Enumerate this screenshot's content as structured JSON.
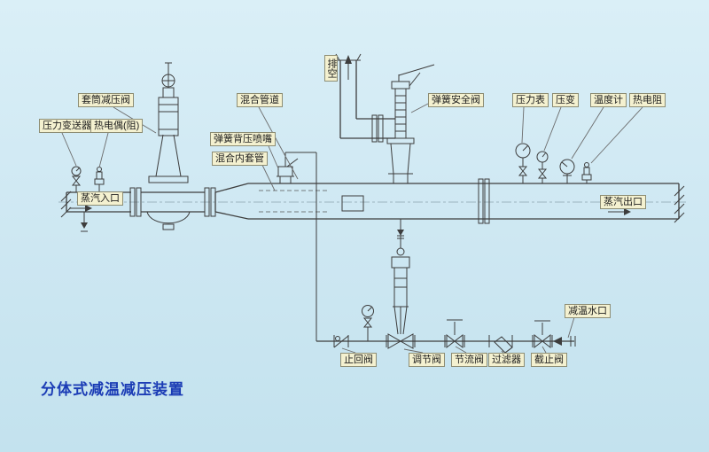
{
  "title": "分体式减温减压装置",
  "colors": {
    "background": "#cde7f2",
    "line": "#3d3d3d",
    "title_text": "#1b3cb5",
    "label_bg": "#f4f1d0",
    "label_border": "#8d8d74"
  },
  "labels": {
    "pressure_transmitter": "压力变送器",
    "thermocouple": "热电偶(阻)",
    "sleeve_prv": "套筒减压阀",
    "mixing_pipe": "混合管道",
    "spring_backpressure_nozzle": "弹簧背压喷嘴",
    "mixing_inner_sleeve": "混合内套管",
    "vent": "排空",
    "spring_safety_valve": "弹簧安全阀",
    "pressure_gauge": "压力表",
    "pressure_transducer": "压变",
    "thermometer": "温度计",
    "thermal_resistance": "热电阻",
    "steam_inlet": "蒸汽入口",
    "steam_outlet": "蒸汽出口",
    "cooling_water_inlet": "减温水口",
    "check_valve": "止回阀",
    "regulating_valve": "调节阀",
    "throttle_valve": "节流阀",
    "filter": "过滤器",
    "stop_valve": "截止阀"
  }
}
